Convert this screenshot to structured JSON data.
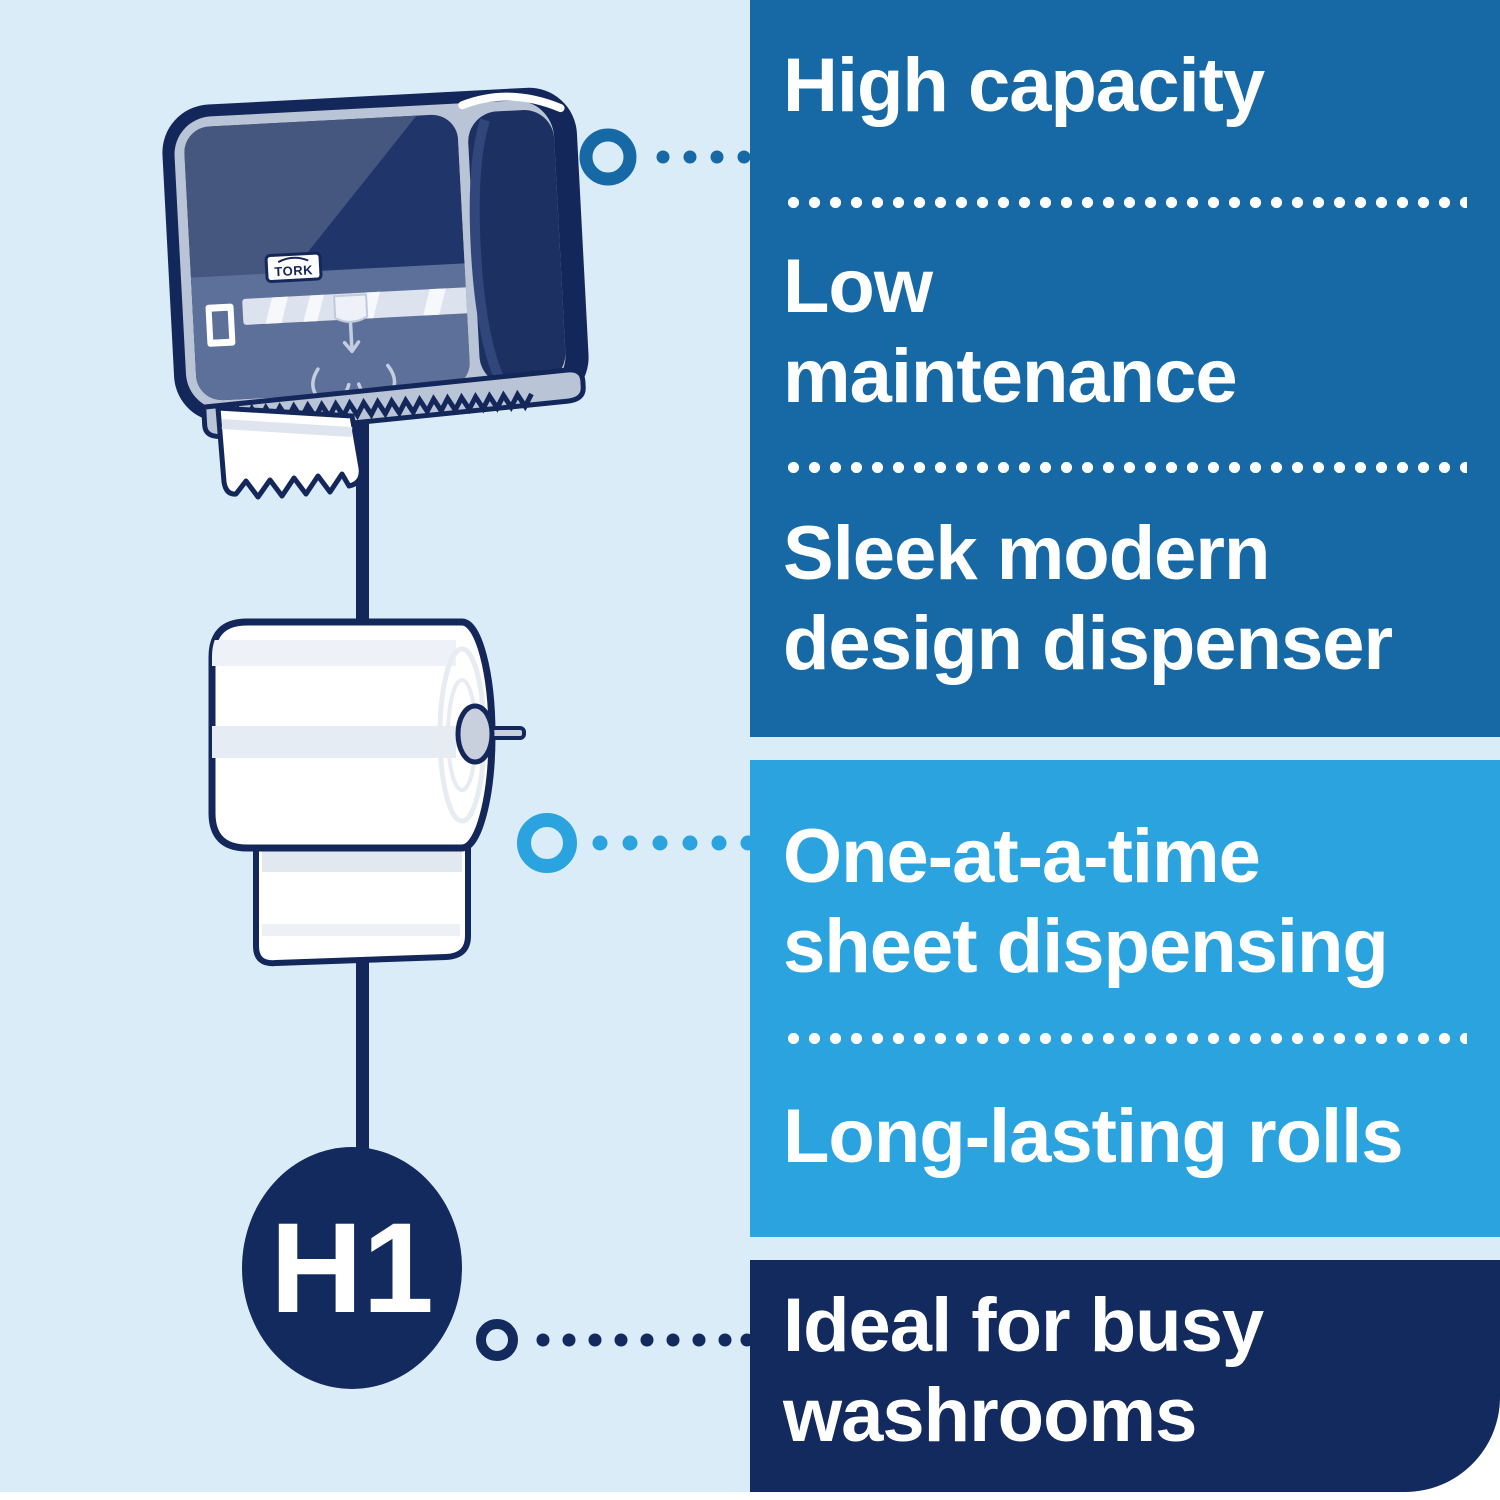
{
  "colors": {
    "card_background": "#d9ecf8",
    "panel_top_blue": "#1769a5",
    "panel_middle_blue": "#2ba3df",
    "panel_bottom_navy": "#122a5e",
    "illustration_ink": "#14275a",
    "text_white": "#ffffff"
  },
  "panels": [
    {
      "name": "top-benefits",
      "features": [
        {
          "lines": [
            "High capacity"
          ]
        },
        {
          "lines": [
            "Low",
            "maintenance"
          ]
        },
        {
          "lines": [
            "Sleek modern",
            "design dispenser"
          ]
        }
      ]
    },
    {
      "name": "middle-benefits",
      "features": [
        {
          "lines": [
            "One-at-a-time",
            "sheet dispensing"
          ]
        },
        {
          "lines": [
            "Long-lasting rolls"
          ]
        }
      ]
    },
    {
      "name": "bottom-benefits",
      "features": [
        {
          "lines": [
            "Ideal for busy",
            "washrooms"
          ]
        }
      ]
    }
  ],
  "illustration": {
    "brand": "TORK",
    "system_badge": "H1"
  }
}
